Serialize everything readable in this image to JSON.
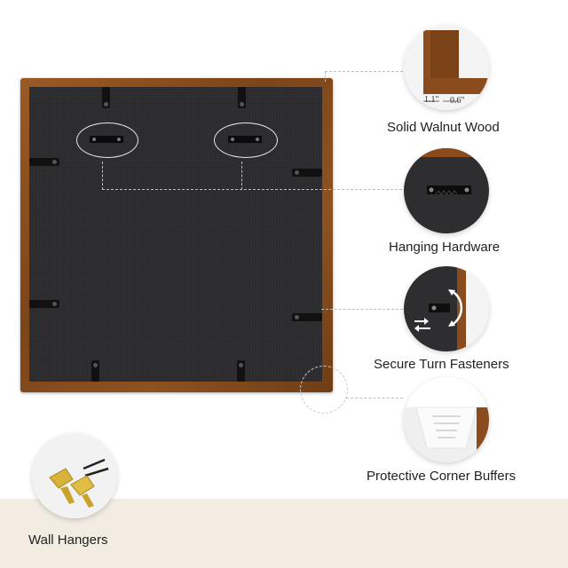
{
  "features": [
    {
      "label": "Solid Walnut Wood",
      "icon": "walnut-wood-corner-icon"
    },
    {
      "label": "Hanging Hardware",
      "icon": "sawtooth-hanger-icon"
    },
    {
      "label": "Secure Turn Fasteners",
      "icon": "turn-fastener-icon"
    },
    {
      "label": "Protective Corner Buffers",
      "icon": "corner-buffer-icon"
    }
  ],
  "dimensions": {
    "width_label": "1.1\"",
    "depth_label": "0.6\""
  },
  "accessory": {
    "label": "Wall Hangers",
    "icon": "wall-hanger-nails-icon"
  },
  "colors": {
    "walnut": "#8a4e1f",
    "backing": "#2b2b2d",
    "band": "#f3ece3"
  }
}
